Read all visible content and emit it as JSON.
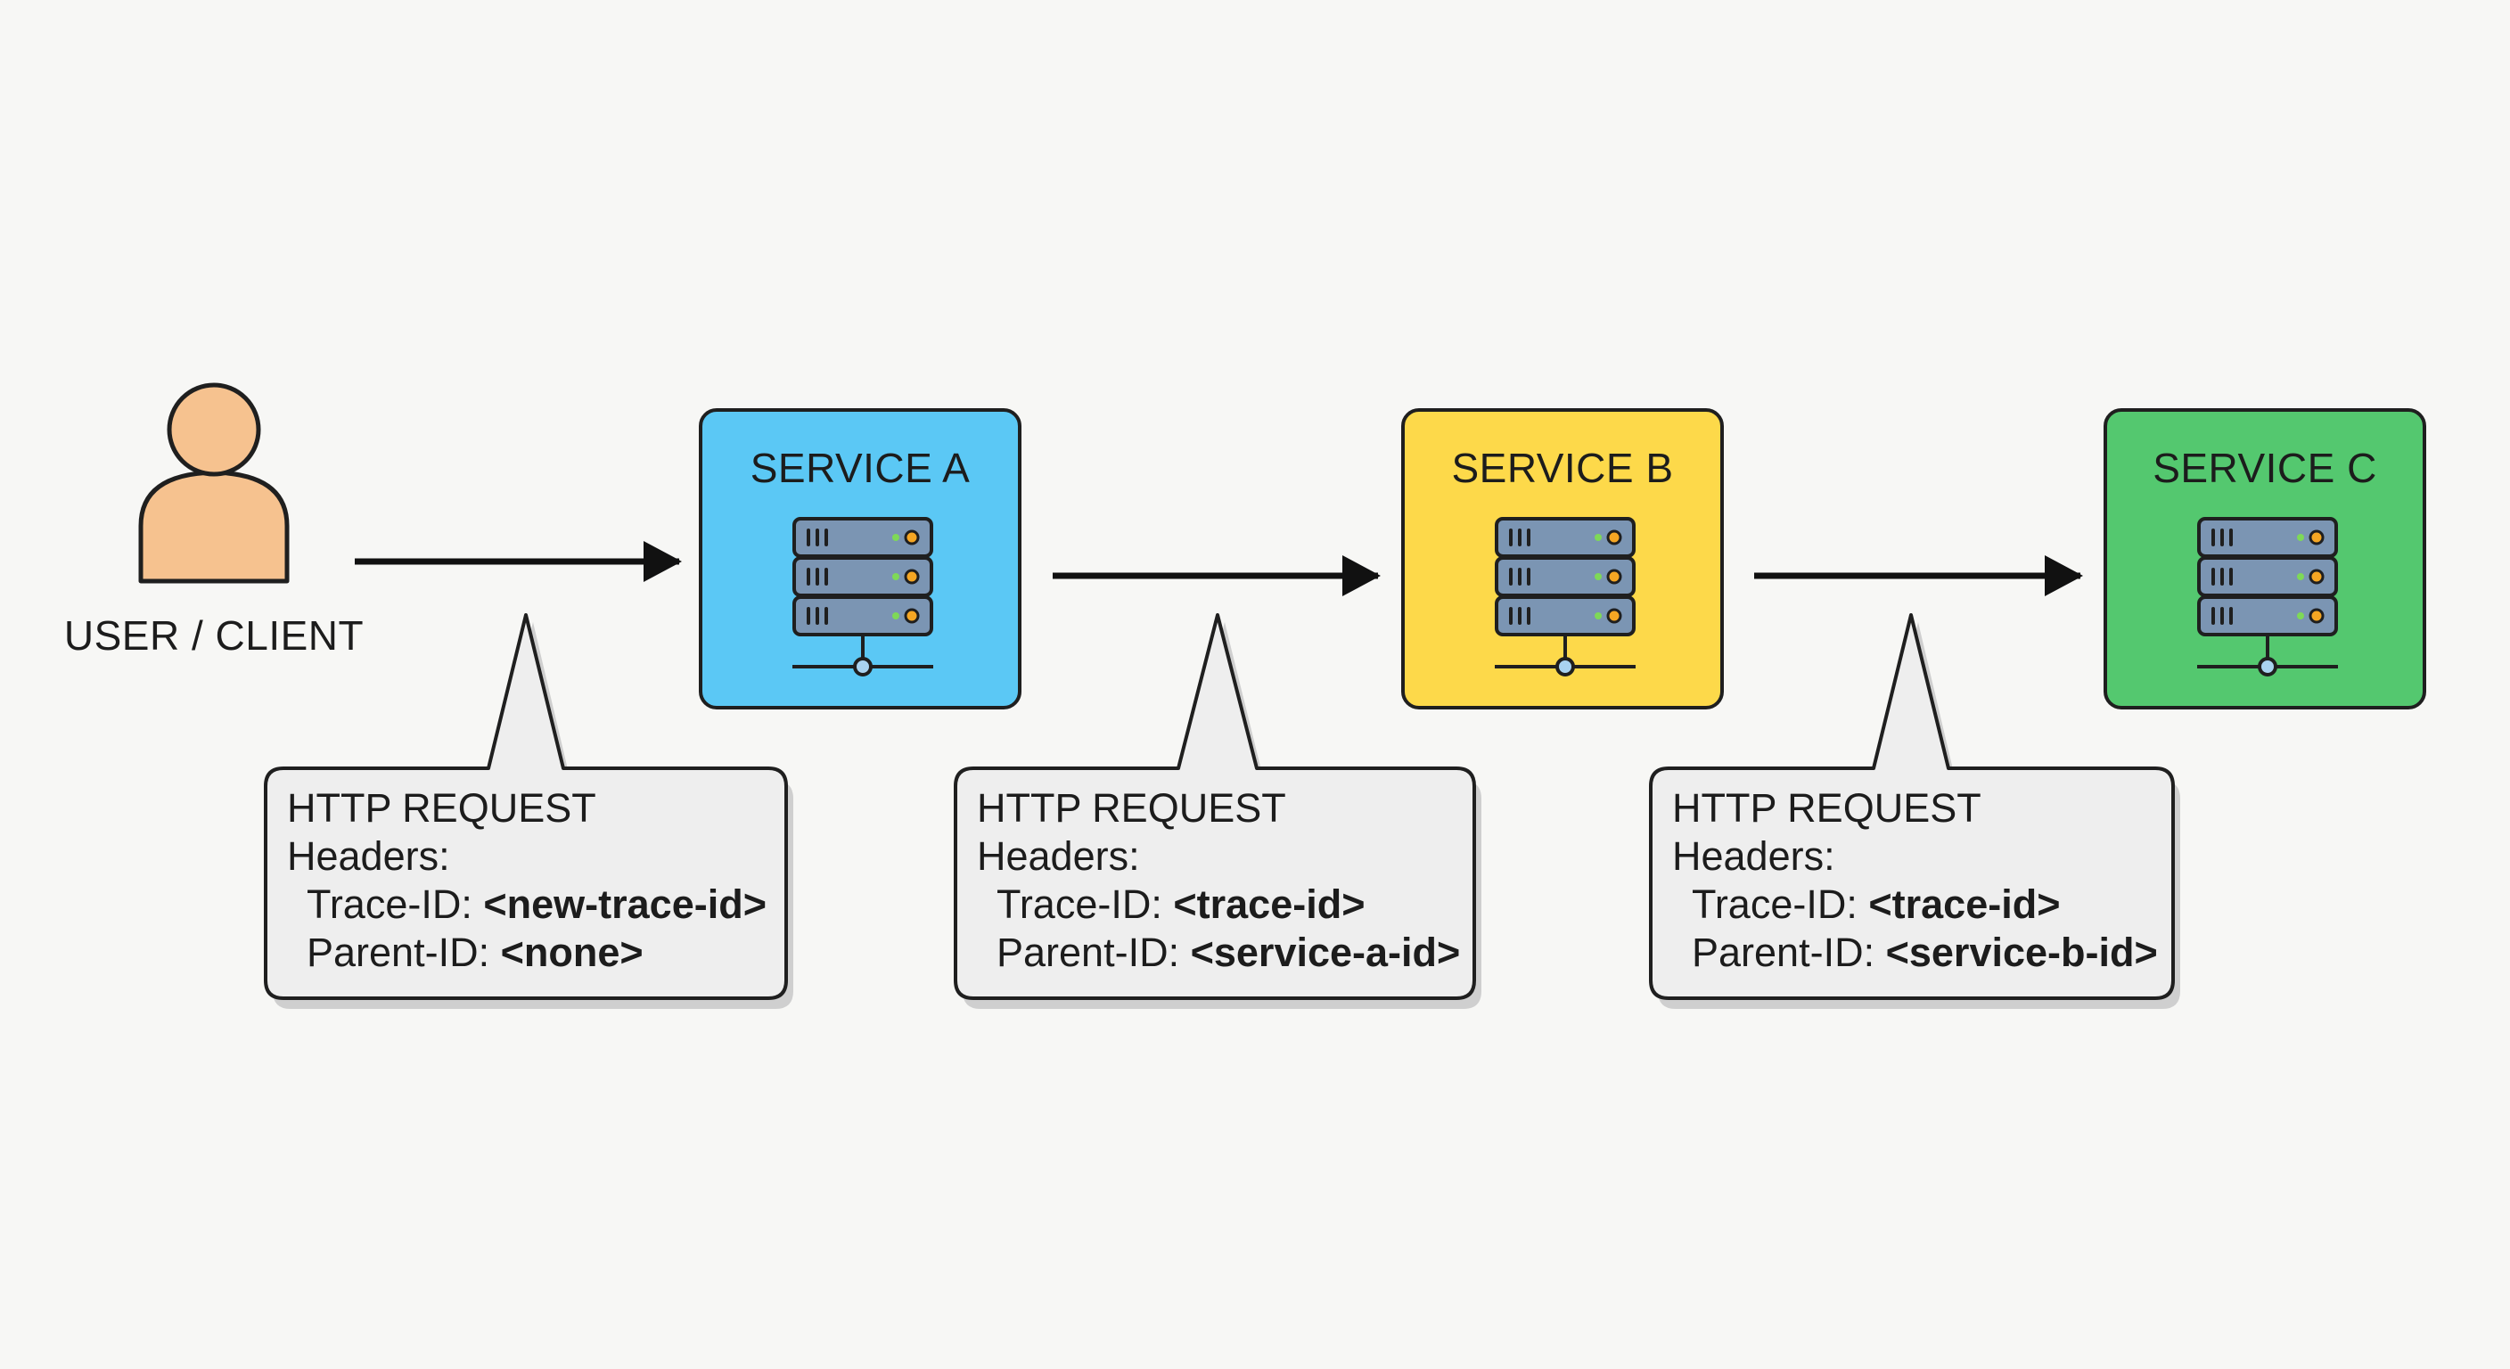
{
  "actor": {
    "label": "USER / CLIENT",
    "icon": "user-icon",
    "fill": "#f6c28f"
  },
  "services": [
    {
      "title": "SERVICE A",
      "fill": "#5bc8f5",
      "icon": "server-icon"
    },
    {
      "title": "SERVICE B",
      "fill": "#fdd94a",
      "icon": "server-icon"
    },
    {
      "title": "SERVICE C",
      "fill": "#54c86f",
      "icon": "server-icon"
    }
  ],
  "requests": [
    {
      "title": "HTTP REQUEST",
      "headers_label": "Headers:",
      "trace_label": "Trace-ID:",
      "trace_value": "<new-trace-id>",
      "parent_label": "Parent-ID:",
      "parent_value": "<none>"
    },
    {
      "title": "HTTP REQUEST",
      "headers_label": "Headers:",
      "trace_label": "Trace-ID:",
      "trace_value": "<trace-id>",
      "parent_label": "Parent-ID:",
      "parent_value": "<service-a-id>"
    },
    {
      "title": "HTTP REQUEST",
      "headers_label": "Headers:",
      "trace_label": "Trace-ID:",
      "trace_value": "<trace-id>",
      "parent_label": "Parent-ID:",
      "parent_value": "<service-b-id>"
    }
  ],
  "colors": {
    "server_body": "#7b95b3",
    "led_green": "#7ed957",
    "led_orange": "#f5a623",
    "callout_fill": "#eeeeee",
    "callout_shadow": "#cfcfcf",
    "stroke": "#1f1f1f"
  }
}
